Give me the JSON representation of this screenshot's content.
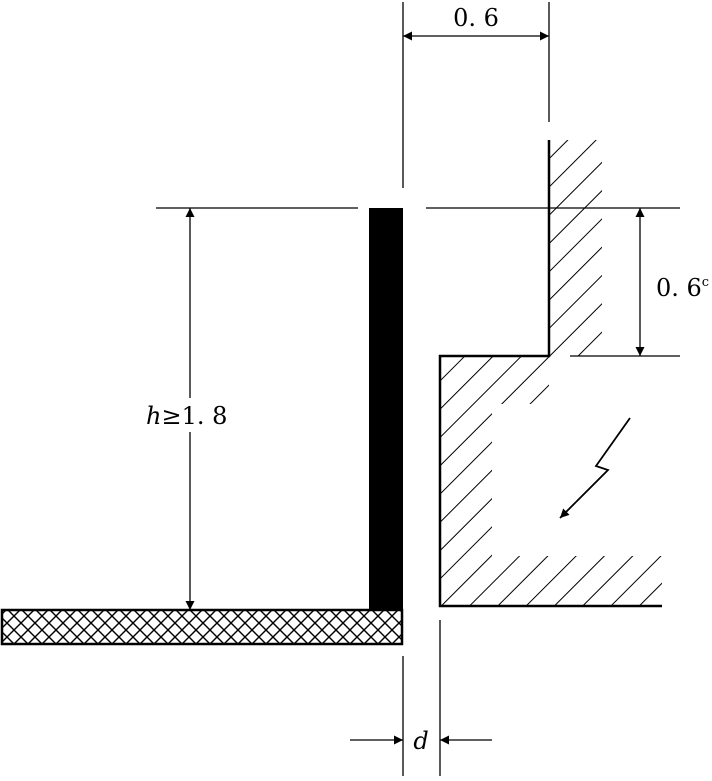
{
  "labels": {
    "top_width": "0. 6",
    "right_height": "0. 6",
    "right_height_sup": "c",
    "height_var": "h",
    "height_rel": "≥1. 8",
    "gap_var": "d"
  },
  "icons": {
    "lightning": "lightning-bolt-arrow-icon"
  },
  "colors": {
    "ink": "#000000",
    "background": "#ffffff"
  }
}
